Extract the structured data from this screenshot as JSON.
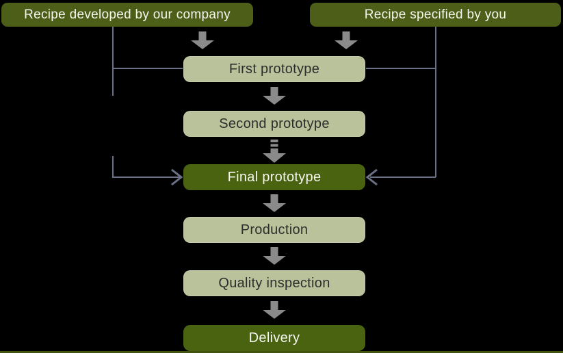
{
  "colors": {
    "bg": "#000000",
    "dark_box": "#4c5e17",
    "accent_box": "#4a6310",
    "light_box": "#b9c29a",
    "light_text": "#f6f6f0",
    "dark_text": "#2d2d2d",
    "arrow_gray": "#8a8a8a",
    "connector": "#6b7187",
    "bottom_strip": "#42530f"
  },
  "nodes": {
    "source_left": {
      "label": "Recipe developed by our company"
    },
    "source_right": {
      "label": "Recipe specified by you"
    },
    "steps": [
      {
        "id": "first-prototype",
        "label": "First prototype",
        "variant": "light"
      },
      {
        "id": "second-prototype",
        "label": "Second prototype",
        "variant": "light"
      },
      {
        "id": "final-prototype",
        "label": "Final prototype",
        "variant": "accent"
      },
      {
        "id": "production",
        "label": "Production",
        "variant": "light"
      },
      {
        "id": "quality-inspection",
        "label": "Quality inspection",
        "variant": "light"
      },
      {
        "id": "delivery",
        "label": "Delivery",
        "variant": "accent"
      }
    ]
  },
  "icons": {
    "down_arrow": "solid gray block arrow pointing down",
    "dashed_down_arrow": "segmented gray block arrow pointing down",
    "open_arrowhead": "open slate chevron arrowhead"
  }
}
